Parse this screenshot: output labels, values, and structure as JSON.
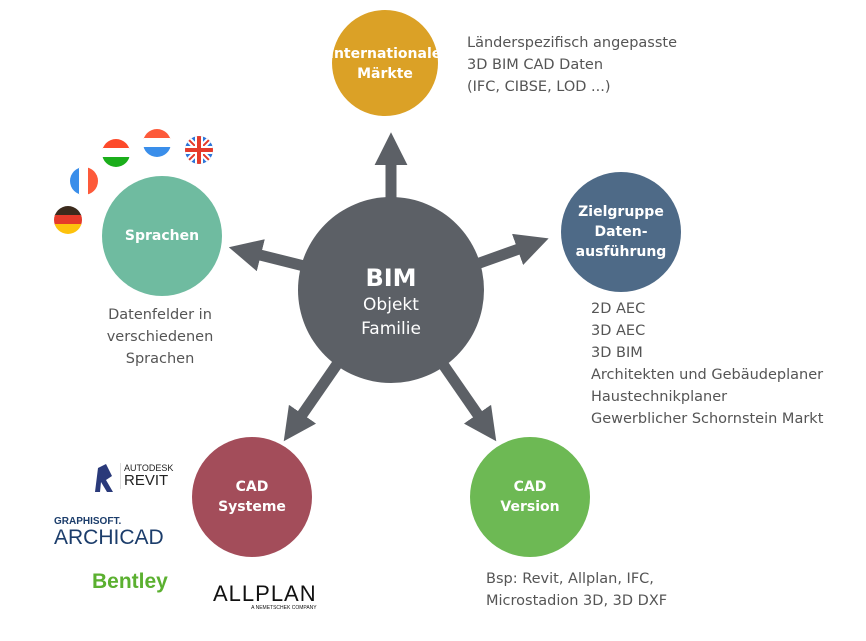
{
  "colors": {
    "center": "#5c6066",
    "arrow": "#5c6066",
    "markets": "#dba126",
    "target": "#4e6a87",
    "languages": "#6fbba0",
    "cad_systems": "#a34d5a",
    "cad_version": "#6db954"
  },
  "center": {
    "title": "BIM",
    "line1": "Objekt",
    "line2": "Familie"
  },
  "markets": {
    "line1": "Internationale",
    "line2": "Märkte",
    "desc": [
      "Länderspezifisch angepasste",
      "3D BIM CAD Daten",
      "(IFC, CIBSE, LOD ...)"
    ]
  },
  "target": {
    "line1": "Zielgruppe",
    "line2": "Daten-",
    "line3": "ausführung",
    "desc": [
      "2D AEC",
      "3D AEC",
      "3D BIM",
      "Architekten und Gebäudeplaner",
      "Haustechnikplaner",
      "Gewerblicher Schornstein Markt"
    ]
  },
  "languages": {
    "label": "Sprachen",
    "desc": [
      "Datenfelder in",
      "verschiedenen",
      "Sprachen"
    ],
    "flags": [
      "germany-flag",
      "france-flag",
      "hungary-flag",
      "netherlands-flag",
      "uk-flag"
    ]
  },
  "cad_systems": {
    "line1": "CAD",
    "line2": "Systeme",
    "logos": {
      "revit_top": "AUTODESK",
      "revit": "REVIT",
      "archicad_top": "GRAPHISOFT.",
      "archicad": "ARCHICAD",
      "bentley": "Bentley",
      "allplan": "ALLPLAN",
      "allplan_sub": "A NEMETSCHEK COMPANY"
    }
  },
  "cad_version": {
    "line1": "CAD",
    "line2": "Version",
    "desc": [
      "Bsp: Revit, Allplan, IFC,",
      "Microstadion 3D, 3D DXF"
    ]
  }
}
